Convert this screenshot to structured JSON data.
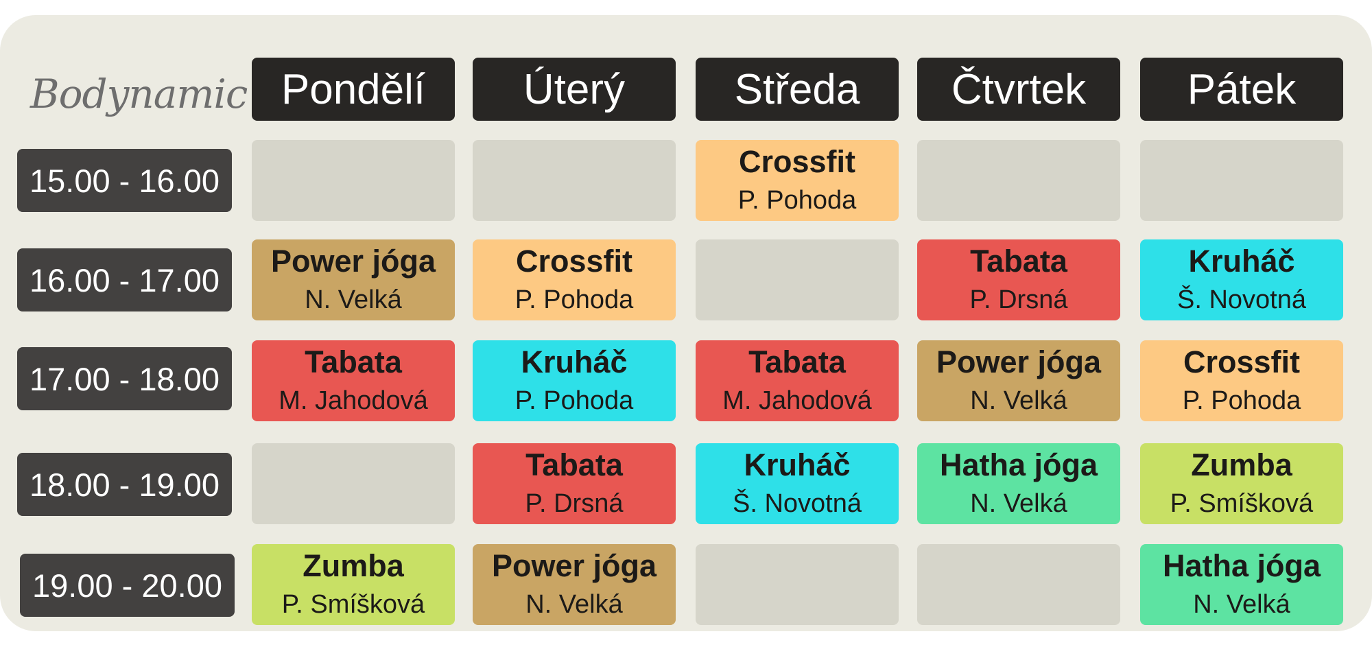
{
  "brand": "Bodynamic",
  "days": [
    "Pondělí",
    "Úterý",
    "Středa",
    "Čtvrtek",
    "Pátek"
  ],
  "times": [
    "15.00 - 16.00",
    "16.00 - 17.00",
    "17.00 - 18.00",
    "18.00 - 19.00",
    "19.00 - 20.00"
  ],
  "colors": {
    "Crossfit": "#fdc983",
    "Power jóga": "#c9a564",
    "Tabata": "#e85752",
    "Kruháč": "#2ee0e8",
    "Hatha jóga": "#5de3a2",
    "Zumba": "#c8e065",
    "empty": "#d6d5ca"
  },
  "schedule": [
    [
      {
        "class": "",
        "instructor": ""
      },
      {
        "class": "",
        "instructor": ""
      },
      {
        "class": "Crossfit",
        "instructor": "P. Pohoda"
      },
      {
        "class": "",
        "instructor": ""
      },
      {
        "class": "",
        "instructor": ""
      }
    ],
    [
      {
        "class": "Power jóga",
        "instructor": "N. Velká"
      },
      {
        "class": "Crossfit",
        "instructor": "P. Pohoda"
      },
      {
        "class": "",
        "instructor": ""
      },
      {
        "class": "Tabata",
        "instructor": "P. Drsná"
      },
      {
        "class": "Kruháč",
        "instructor": "Š. Novotná"
      }
    ],
    [
      {
        "class": "Tabata",
        "instructor": "M. Jahodová"
      },
      {
        "class": "Kruháč",
        "instructor": "P. Pohoda"
      },
      {
        "class": "Tabata",
        "instructor": "M. Jahodová"
      },
      {
        "class": "Power jóga",
        "instructor": "N. Velká"
      },
      {
        "class": "Crossfit",
        "instructor": "P. Pohoda"
      }
    ],
    [
      {
        "class": "",
        "instructor": ""
      },
      {
        "class": "Tabata",
        "instructor": "P. Drsná"
      },
      {
        "class": "Kruháč",
        "instructor": "Š. Novotná"
      },
      {
        "class": "Hatha jóga",
        "instructor": "N. Velká"
      },
      {
        "class": "Zumba",
        "instructor": "P. Smíšková"
      }
    ],
    [
      {
        "class": "Zumba",
        "instructor": "P. Smíšková"
      },
      {
        "class": "Power jóga",
        "instructor": "N. Velká"
      },
      {
        "class": "",
        "instructor": ""
      },
      {
        "class": "",
        "instructor": ""
      },
      {
        "class": "Hatha jóga",
        "instructor": "N. Velká"
      }
    ]
  ]
}
